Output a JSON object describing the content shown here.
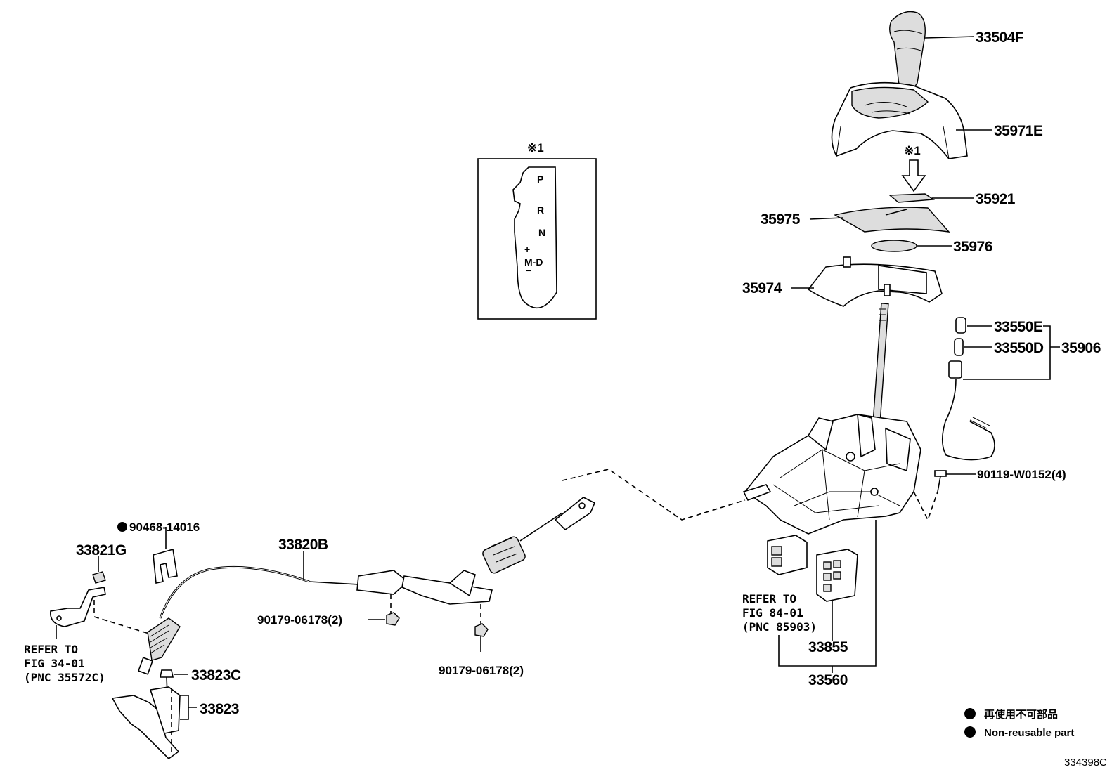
{
  "labels": {
    "p33504F": "33504F",
    "p35971E": "35971E",
    "p35921": "35921",
    "p35975": "35975",
    "p35976": "35976",
    "p35974": "35974",
    "p33550E": "33550E",
    "p33550D": "33550D",
    "p35906": "35906",
    "p90119": "90119-W0152(4)",
    "p33855": "33855",
    "p33560": "33560",
    "p33820B": "33820B",
    "p90468": "90468-14016",
    "p33821G": "33821G",
    "p90179a": "90179-06178(2)",
    "p90179b": "90179-06178(2)",
    "p33823C": "33823C",
    "p33823": "33823"
  },
  "references": {
    "fig84": [
      "REFER TO",
      "FIG 84-01",
      "(PNC 85903)"
    ],
    "fig34": [
      "REFER TO",
      "FIG 34-01",
      "(PNC 35572C)"
    ]
  },
  "note_mark": "※1",
  "gate_plate": {
    "mark": "※1",
    "positions": [
      "P",
      "R",
      "N",
      "+",
      "M-D",
      "−"
    ]
  },
  "legend": {
    "jp": "再使用不可部品",
    "en": "Non-reusable part"
  },
  "image_id": "334398C"
}
